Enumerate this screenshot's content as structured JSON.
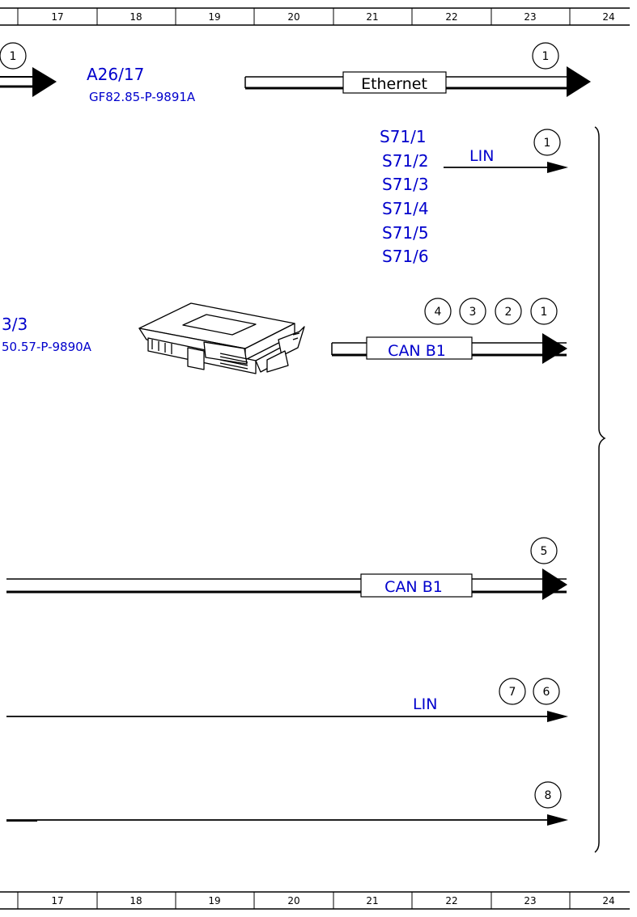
{
  "ruler": {
    "numbers": [
      "17",
      "18",
      "19",
      "20",
      "21",
      "22",
      "23",
      "24"
    ]
  },
  "row_ethernet": {
    "left_bubble": "1",
    "component_id": "A26/17",
    "component_ref": "GF82.85-P-9891A",
    "bus_label": "Ethernet",
    "end_bubble": "1"
  },
  "row_lin_top": {
    "switches": [
      "S71/1",
      "S71/2",
      "S71/3",
      "S71/4",
      "S71/5",
      "S71/6"
    ],
    "bus_label": "LIN",
    "end_bubble": "1"
  },
  "row_can_module": {
    "component_id_partial": "3/3",
    "component_ref_partial": "50.57-P-9890A",
    "bus_label": "CAN B1",
    "bubbles": [
      "4",
      "3",
      "2",
      "1"
    ]
  },
  "row_can_lower": {
    "bus_label": "CAN B1",
    "end_bubble": "5"
  },
  "row_lin_lower": {
    "bus_label": "LIN",
    "bubbles": [
      "7",
      "6"
    ]
  },
  "row_bottom": {
    "end_bubble": "8"
  }
}
